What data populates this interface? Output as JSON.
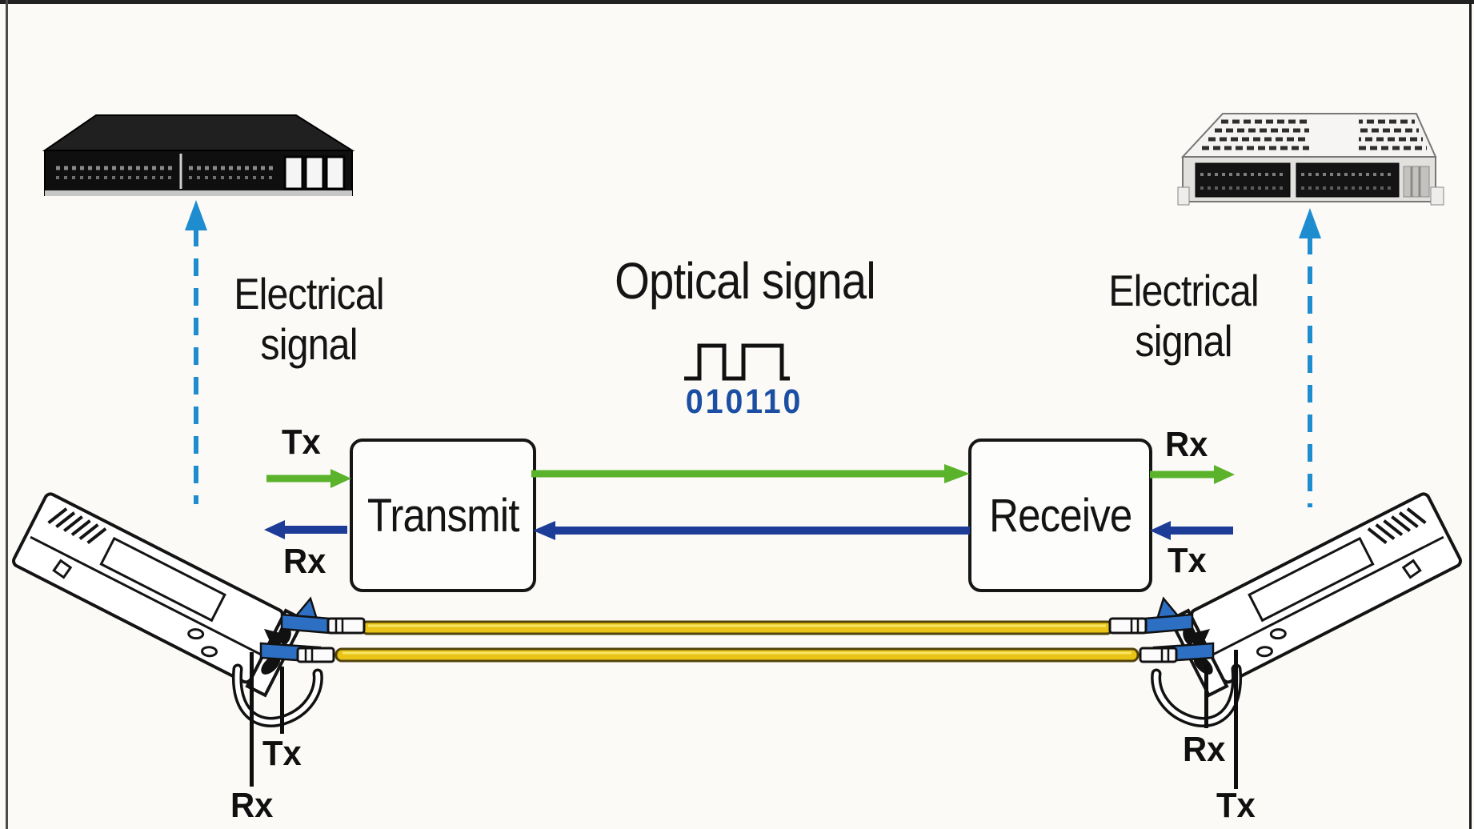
{
  "headings": {
    "electrical_left_line1": "Electrical",
    "electrical_left_line2": "signal",
    "optical": "Optical signal",
    "binary": "010110",
    "electrical_right_line1": "Electrical",
    "electrical_right_line2": "signal"
  },
  "boxes": {
    "transmit": "Transmit",
    "receive": "Receive"
  },
  "flow_labels": {
    "left_tx": "Tx",
    "left_rx": "Rx",
    "right_rx": "Rx",
    "right_tx": "Tx"
  },
  "sfp_labels": {
    "left_tx": "Tx",
    "left_rx": "Rx",
    "right_rx": "Rx",
    "right_tx": "Tx"
  },
  "icons": {
    "left_device": "network-switch-photo",
    "right_device": "line-card-photo",
    "wave": "square-wave-pulse",
    "sfp_left": "sfp-transceiver-drawing",
    "sfp_right": "sfp-transceiver-drawing"
  },
  "colors": {
    "optical_path_green": "#5ab32b",
    "return_path_navy": "#1d3c97",
    "electrical_dashed_cyan": "#1d8dd0",
    "binary_text_blue": "#1c4fa3",
    "fiber_cable_yellow": "#e9c416",
    "lc_connector_blue": "#2d6fc2",
    "diagram_ink": "#141414"
  }
}
